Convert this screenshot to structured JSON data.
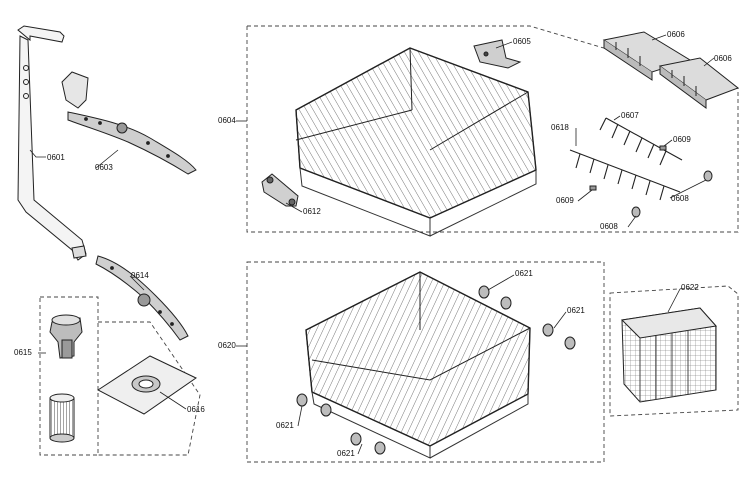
{
  "parts": {
    "spray_arm_supply": "0601",
    "upper_spray_arm": "0603",
    "upper_rack": "0604",
    "rack_clip": "0605",
    "cup_shelf_left": "0606",
    "cup_shelf_right": "0606",
    "tine_row": "0607",
    "rack_bumper_a": "0608",
    "rack_bumper_b": "0608",
    "rack_pin_a": "0609",
    "rack_pin_b": "0609",
    "rack_adjuster": "0612",
    "lower_spray_arm": "0614",
    "filter_assembly": "0615",
    "fine_filter": "0616",
    "tine_row_b": "0618",
    "lower_rack": "0620",
    "wheel_top": "0621",
    "wheel_right": "0621",
    "wheel_front_left": "0621",
    "wheel_front_bottom": "0621",
    "cutlery_basket": "0622"
  }
}
